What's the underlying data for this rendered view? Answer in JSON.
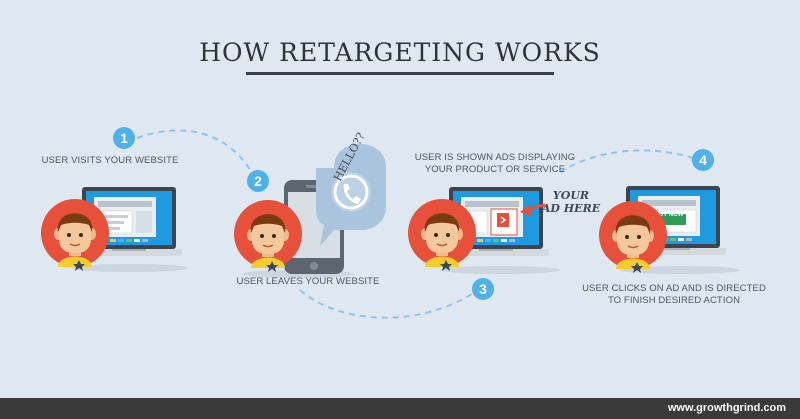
{
  "title": "HOW RETARGETING WORKS",
  "steps": [
    {
      "number": "1",
      "caption": "USER VISITS YOUR WEBSITE"
    },
    {
      "number": "2",
      "caption": "USER LEAVES YOUR WEBSITE"
    },
    {
      "number": "3",
      "caption_line1": "USER IS SHOWN ADS DISPLAYING",
      "caption_line2": "YOUR PRODUCT OR SERVICE"
    },
    {
      "number": "4",
      "caption_line1": "USER CLICKS ON AD AND IS DIRECTED",
      "caption_line2": "TO FINISH DESIRED ACTION"
    }
  ],
  "bubble_text": "HELLO??",
  "ad_callout_line1": "YOUR",
  "ad_callout_line2": "AD HERE",
  "buy_button": "BUY NOW",
  "footer": "www.growthgrind.com",
  "colors": {
    "background": "#dfe8f0",
    "accent": "#4fb1e9",
    "avatar_bg": "#e7503a",
    "laptop_body": "#3c4450",
    "screen": "#1e9be0",
    "footer": "#3a3a3a"
  }
}
